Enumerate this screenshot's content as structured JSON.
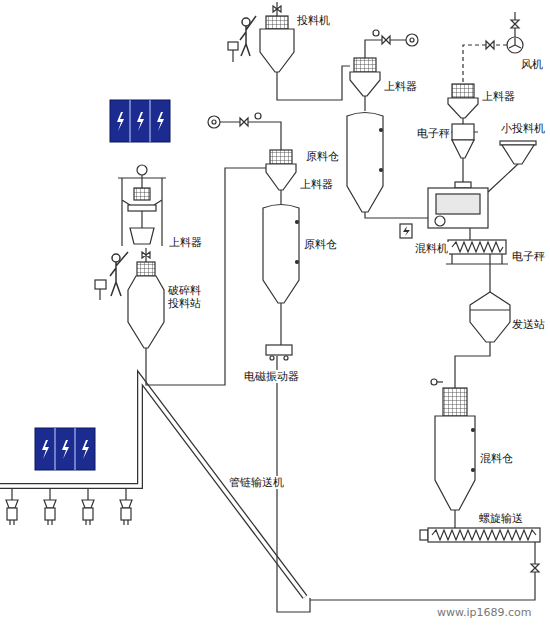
{
  "diagram": {
    "labels": [
      "投料机",
      "上料器",
      "风机",
      "上料器",
      "电子秤",
      "小投料机",
      "原料仓",
      "上料器",
      "原料仓",
      "上料器",
      "破碎料 投料站",
      "混料机",
      "电子秤",
      "发送站",
      "电磁振动器",
      "混料仓",
      "管链输送机",
      "螺旋输送",
      "www.ip1689.com"
    ]
  }
}
